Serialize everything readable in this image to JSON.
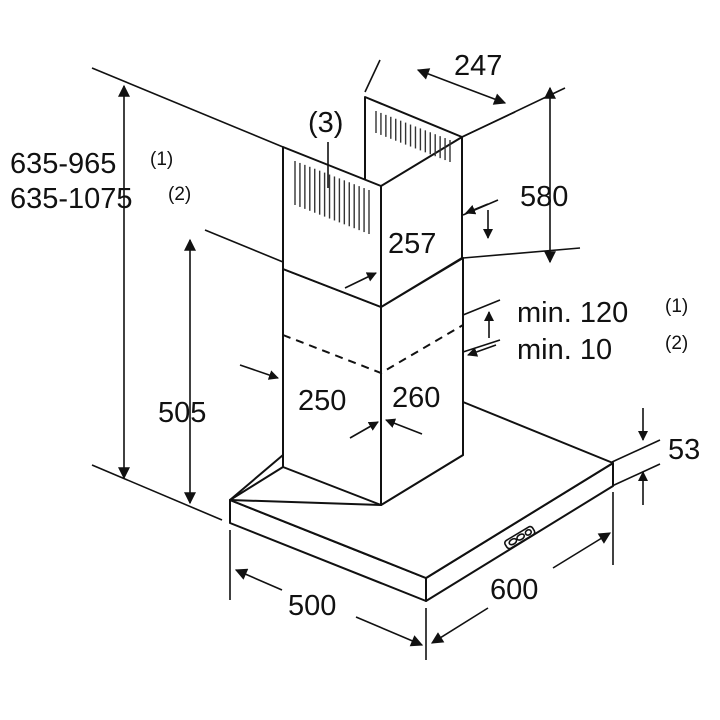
{
  "title": "Chimney range hood dimensions",
  "dimensions": {
    "total_height_1": "635-965",
    "total_height_1_note": "(1)",
    "total_height_2": "635-1075",
    "total_height_2_note": "(2)",
    "top_depth": "247",
    "upper_chimney_height": "580",
    "callout_3": "(3)",
    "upper_chimney_depth": "257",
    "min_overlap_1": "min. 120",
    "min_overlap_1_note": "(1)",
    "min_overlap_2": "min. 10",
    "min_overlap_2_note": "(2)",
    "lower_chimney_height": "505",
    "chimney_width": "250",
    "chimney_depth": "260",
    "hood_thickness": "53",
    "hood_depth": "500",
    "hood_width": "600"
  }
}
